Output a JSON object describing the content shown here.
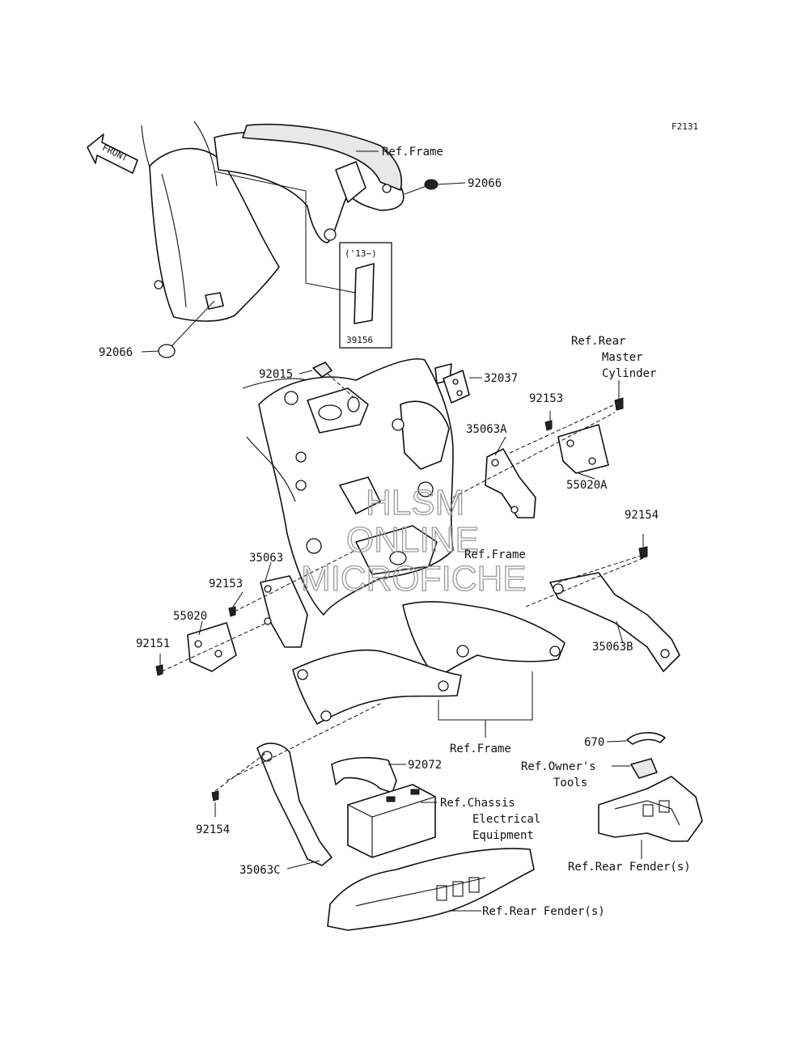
{
  "diagram_code": "F2131",
  "direction_arrow": "FRONT",
  "variant_box": {
    "year_label": "('13~)",
    "part": "39156"
  },
  "callouts": {
    "ref_frame_top": "Ref.Frame",
    "p92066_upper": "92066",
    "p92066_lower": "92066",
    "ref_rear_master_cylinder": [
      "Ref.Rear",
      "Master",
      "Cylinder"
    ],
    "p92015": "92015",
    "p32037": "32037",
    "p92153_right": "92153",
    "p35063A": "35063A",
    "p55020A": "55020A",
    "p92154_right": "92154",
    "ref_frame_mid": "Ref.Frame",
    "p35063": "35063",
    "p92153_left": "92153",
    "p55020": "55020",
    "p92151": "92151",
    "p35063B": "35063B",
    "ref_frame_lower": "Ref.Frame",
    "p670": "670",
    "ref_owners_tools": [
      "Ref.Owner's",
      "Tools"
    ],
    "p92072": "92072",
    "ref_chassis_electrical": [
      "Ref.Chassis",
      "Electrical",
      "Equipment"
    ],
    "p92154_left": "92154",
    "p35063C": "35063C",
    "ref_rear_fender_right": "Ref.Rear Fender(s)",
    "ref_rear_fender_bottom": "Ref.Rear Fender(s)"
  },
  "watermark": [
    "HLSM",
    "ONLINE",
    "MICROFICHE"
  ]
}
